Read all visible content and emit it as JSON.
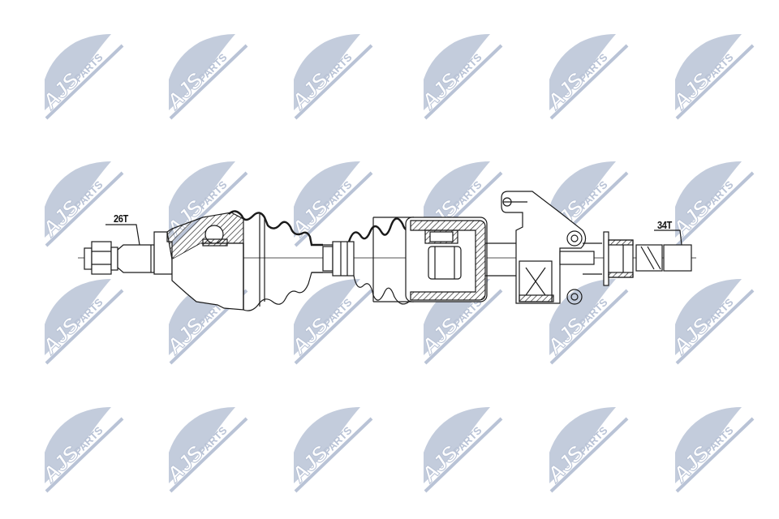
{
  "watermark": {
    "brand_main": "AJS",
    "brand_sub": "PARTS",
    "color": "#b9c3d6",
    "grid": {
      "columns": [
        95,
        248,
        402,
        562,
        717,
        872
      ],
      "rows": [
        88,
        245,
        390,
        548
      ]
    }
  },
  "drawing": {
    "title": "Drive shaft technical drawing",
    "line_color": "#1a1a1a",
    "labels": {
      "outer_spline": "26T",
      "inner_spline": "34T"
    }
  }
}
